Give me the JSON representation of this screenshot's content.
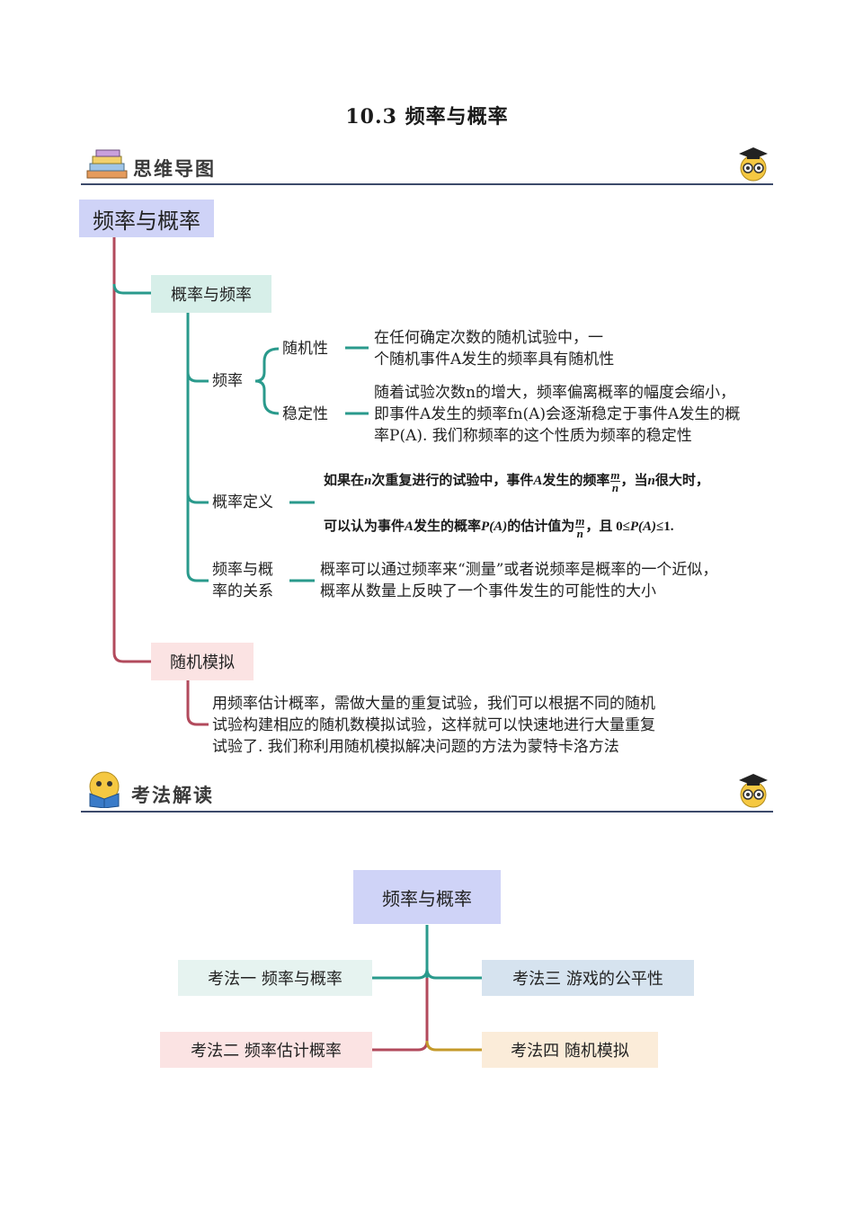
{
  "page": {
    "title": "10.3  频率与概率"
  },
  "section1": {
    "label": "思维导图"
  },
  "section2": {
    "label": "考法解读"
  },
  "mindmap": {
    "root": "频率与概率",
    "branch1": "概率与频率",
    "freq_label": "频率",
    "randomness": {
      "label": "随机性",
      "line1": "在任何确定次数的随机试验中，一",
      "line2": "个随机事件A发生的频率具有随机性"
    },
    "stability": {
      "label": "稳定性",
      "line1": "随着试验次数n的增大，频率偏离概率的幅度会缩小，",
      "line2": "即事件A发生的频率fn(A)会逐渐稳定于事件A发生的概",
      "line3": "率P(A). 我们称频率的这个性质为频率的稳定性"
    },
    "definition": {
      "label": "概率定义",
      "l1a": "如果在",
      "l1n": "n",
      "l1b": "次重复进行的试验中，事件",
      "l1A": "A",
      "l1c": "发生的频率",
      "frac_num": "m",
      "frac_den": "n",
      "l1d": "，当",
      "l1n2": "n",
      "l1e": "很大时，",
      "l2a": "可以认为事件",
      "l2A": "A",
      "l2b": "发生的概率",
      "l2P": "P(A)",
      "l2c": "的估计值为",
      "l2d": "，且 0≤",
      "l2P2": "P(A)",
      "l2e": "≤1."
    },
    "relation": {
      "label_line1": "频率与概",
      "label_line2": "率的关系",
      "line1": "概率可以通过频率来“测量”或者说频率是概率的一个近似，",
      "line2": "概率从数量上反映了一个事件发生的可能性的大小"
    },
    "branch2": "随机模拟",
    "simulation": {
      "line1": "用频率估计概率，需做大量的重复试验，我们可以根据不同的随机",
      "line2": "试验构建相应的随机数模拟试验，这样就可以快速地进行大量重复",
      "line3": "试验了. 我们称利用随机模拟解决问题的方法为蒙特卡洛方法"
    }
  },
  "kaofa": {
    "center": "频率与概率",
    "k1": "考法一  频率与概率",
    "k2": "考法二  频率估计概率",
    "k3": "考法三  游戏的公平性",
    "k4": "考法四  随机模拟"
  },
  "colors": {
    "root_bg": "#cfd3f7",
    "teal": "#2a9a8c",
    "teal_bg": "#d7efe9",
    "red_line": "#b24a5c",
    "pink_bg": "#fbe3e3",
    "blue_bg": "#d6e3ef",
    "peach_bg": "#fbecd9",
    "gold": "#c49a2a",
    "rule": "#3c4a6b"
  },
  "icons": [
    "books-icon",
    "graduate-owl-icon",
    "reading-smiley-icon"
  ]
}
